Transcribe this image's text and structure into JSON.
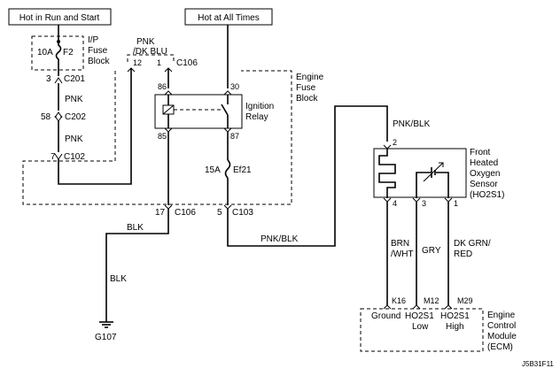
{
  "power": {
    "run_start": "Hot in Run and Start",
    "all_times": "Hot at All Times"
  },
  "fuse_block": {
    "title_1": "I/P",
    "title_2": "Fuse",
    "title_3": "Block",
    "fuse_rating": "10A",
    "fuse_id": "F2"
  },
  "engine_fuse_block": {
    "title_1": "Engine",
    "title_2": "Fuse",
    "title_3": "Block",
    "fuse_rating": "15A",
    "fuse_id": "Ef21"
  },
  "relay": {
    "title_1": "Ignition",
    "title_2": "Relay",
    "pin_86": "86",
    "pin_30": "30",
    "pin_85": "85",
    "pin_87": "87"
  },
  "connectors": {
    "c201_pin": "3",
    "c201": "C201",
    "c202_pin": "58",
    "c202": "C202",
    "c102_pin": "7",
    "c102": "C102",
    "c106_top_pin_a": "12",
    "c106_top_pin_b": "1",
    "c106_top": "C106",
    "c106_bottom_pin": "17",
    "c106_bottom": "C106",
    "c103_pin": "5",
    "c103": "C103"
  },
  "wires": {
    "pnk_1": "PNK",
    "pnk_2": "PNK",
    "pnk_dkblu_1": "PNK",
    "pnk_dkblu_2": "/DK BLU",
    "blk_1": "BLK",
    "blk_2": "BLK",
    "pnk_blk_1": "PNK/BLK",
    "pnk_blk_2": "PNK/BLK",
    "brn_wht_1": "BRN",
    "brn_wht_2": "/WHT",
    "gry": "GRY",
    "dkgrn_red_1": "DK GRN/",
    "dkgrn_red_2": "RED"
  },
  "sensor": {
    "title_1": "Front",
    "title_2": "Heated",
    "title_3": "Oxygen",
    "title_4": "Sensor",
    "title_5": "(HO2S1)",
    "pin_top": "2",
    "pin_4": "4",
    "pin_3": "3",
    "pin_1": "1"
  },
  "ecm": {
    "title_1": "Engine",
    "title_2": "Control",
    "title_3": "Module",
    "title_4": "(ECM)",
    "pin_k16": "K16",
    "pin_m12": "M12",
    "pin_m29": "M29",
    "ground": "Ground",
    "ho2s1_low_1": "HO2S1",
    "ho2s1_low_2": "Low",
    "ho2s1_high_1": "HO2S1",
    "ho2s1_high_2": "High"
  },
  "ground": {
    "id": "G107"
  },
  "figure_code": "J5B31F11"
}
